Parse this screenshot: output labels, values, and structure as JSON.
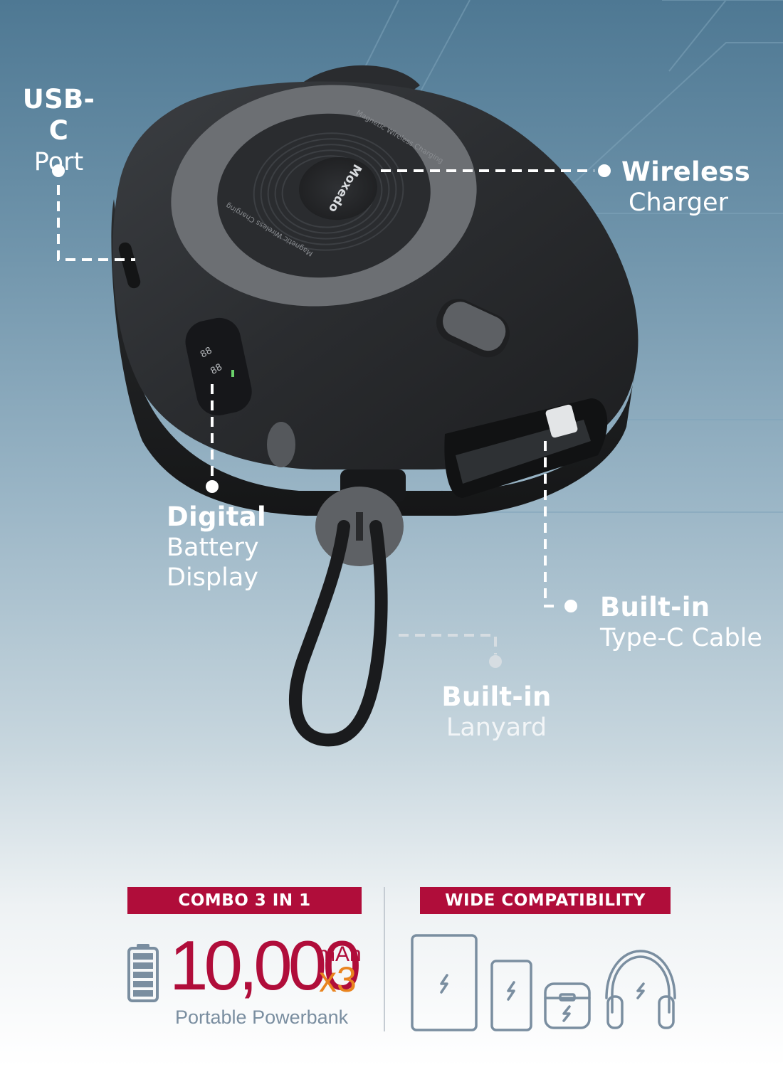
{
  "callouts": {
    "usb_c": {
      "title": "USB-C",
      "subtitle": "Port"
    },
    "wireless": {
      "title": "Wireless",
      "subtitle": "Charger"
    },
    "display": {
      "title": "Digital",
      "line2": "Battery",
      "line3": "Display"
    },
    "cable": {
      "title": "Built-in",
      "subtitle": "Type-C Cable"
    },
    "lanyard": {
      "title": "Built-in",
      "subtitle": "Lanyard"
    }
  },
  "product": {
    "brand": "Moxedo",
    "ring_text": "Magnetic Wireless Charging"
  },
  "combo": {
    "badge": "COMBO 3 IN 1",
    "capacity": "10,000",
    "unit": "mAh",
    "multiplier": "x3",
    "subtitle": "Portable Powerbank"
  },
  "compat": {
    "badge": "WIDE COMPATIBILITY",
    "devices": [
      "tablet-icon",
      "phone-icon",
      "earbuds-case-icon",
      "headphones-icon"
    ]
  },
  "colors": {
    "accent": "#b00d3a",
    "orange": "#e9841f",
    "icon": "#7a8ea0"
  }
}
